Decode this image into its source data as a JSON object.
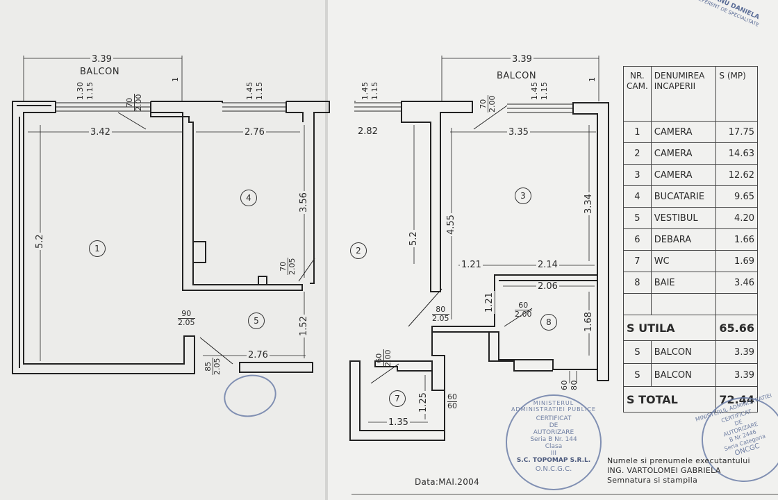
{
  "plan": {
    "balcon_left": "BALCON",
    "balcon_right": "BALCON",
    "dims": {
      "top_left": "3.39",
      "top_right": "3.39",
      "d_342": "3.42",
      "d_276a": "2.76",
      "d_276b": "2.76",
      "d_282": "2.82",
      "d_335": "3.35",
      "d_52a": "5.2",
      "d_52b": "5.2",
      "d_356": "3.56",
      "d_455": "4.55",
      "d_334": "3.34",
      "d_121h": "1.21",
      "d_214": "2.14",
      "d_206": "2.06",
      "d_121v": "1.21",
      "d_168": "1.68",
      "d_152": "1.52",
      "d_125": "1.25",
      "d_135": "1.35",
      "d_130": "1.30",
      "d_115a": "1.15",
      "d_145a": "1.45",
      "d_115b": "1.15",
      "d_145b": "1.45",
      "d_115c": "1.15",
      "d_145c": "1.45",
      "d_115d": "1.15",
      "tick_1a": "1",
      "tick_1b": "1"
    },
    "openings": {
      "o1_top": "70",
      "o1_bot": "2.00",
      "o2_top": "70",
      "o2_bot": "2.05",
      "o3_top": "90",
      "o3_bot": "2.05",
      "o4_top": "85",
      "o4_bot": "2.05",
      "o5_top": "70",
      "o5_bot": "2.00",
      "o6_top": "80",
      "o6_bot": "2.05",
      "o7_top": "60",
      "o7_bot": "2.00",
      "o8_top": "60",
      "o8_bot": "2.00",
      "o9_top": "60",
      "o9_bot": "60",
      "o10": "60",
      "o11": "80"
    },
    "rooms": [
      "1",
      "2",
      "3",
      "4",
      "5",
      "7",
      "8"
    ]
  },
  "table": {
    "h_nr": "NR. CAM.",
    "h_name": "DENUMIREA INCAPERII",
    "h_s": "S (MP)",
    "rows": [
      {
        "nr": "1",
        "name": "CAMERA",
        "s": "17.75"
      },
      {
        "nr": "2",
        "name": "CAMERA",
        "s": "14.63"
      },
      {
        "nr": "3",
        "name": "CAMERA",
        "s": "12.62"
      },
      {
        "nr": "4",
        "name": "BUCATARIE",
        "s": "9.65"
      },
      {
        "nr": "5",
        "name": "VESTIBUL",
        "s": "4.20"
      },
      {
        "nr": "6",
        "name": "DEBARA",
        "s": "1.66"
      },
      {
        "nr": "7",
        "name": "WC",
        "s": "1.69"
      },
      {
        "nr": "8",
        "name": "BAIE",
        "s": "3.46"
      }
    ],
    "utila_label": "S UTILA",
    "utila_value": "65.66",
    "balcon1_s": "S",
    "balcon1_label": "BALCON",
    "balcon1_value": "3.39",
    "balcon2_s": "S",
    "balcon2_label": "BALCON",
    "balcon2_value": "3.39",
    "total_label": "S TOTAL",
    "total_value": "72.44"
  },
  "stamps": {
    "cert_lines": [
      "CERTIFICAT",
      "DE",
      "AUTORIZARE",
      "Seria B Nr. 144",
      "Clasa",
      "III"
    ],
    "cert_company": "S.C. TOPOMAP S.R.L.",
    "cert_ring": "MINISTERUL ADMINISTRATIEI PUBLICE",
    "cert_bottom": "O.N.C.G.C.",
    "right_stamp_ring": "MINISTERUL ADMINISTRATIEI",
    "right_stamp_lines": [
      "CERTIFICAT",
      "DE",
      "AUTORIZARE",
      "B Nr 2446",
      "Seria Categoria"
    ],
    "right_stamp_bottom": "ONCGC",
    "signer_top": "VALEANU DANIELA",
    "signer_sub": "REFERENT DE SPECIALITATE"
  },
  "footer": {
    "date": "Data:MAI.2004",
    "line1": "Numele si prenumele executantului",
    "line2": "ING. VARTOLOMEI GABRIELA",
    "line3": "Semnatura si stampila"
  }
}
